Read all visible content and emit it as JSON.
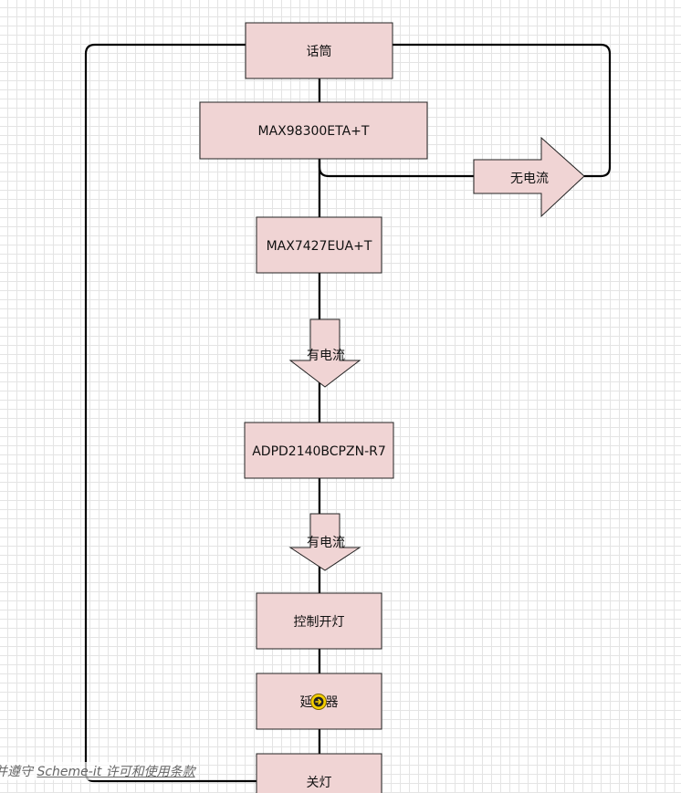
{
  "nodes": {
    "microphone": "话筒",
    "max98300": "MAX98300ETA+T",
    "max7427": "MAX7427EUA+T",
    "adpd2140": "ADPD2140BCPZN-R7",
    "light_on": "控制开灯",
    "delay": "延时器",
    "light_off": "关灯"
  },
  "arrows": {
    "no_current": "无电流",
    "has_current_1": "有电流",
    "has_current_2": "有电流"
  },
  "footer": {
    "prefix": "并遵守 ",
    "link_text": "Scheme-it 许可和使用条款"
  },
  "colors": {
    "box_fill": "#f0d4d4",
    "box_stroke": "#222222",
    "wire": "#000000",
    "nav_button": "#f5d000"
  },
  "icons": {
    "nav": "arrow-right-circle-icon"
  }
}
